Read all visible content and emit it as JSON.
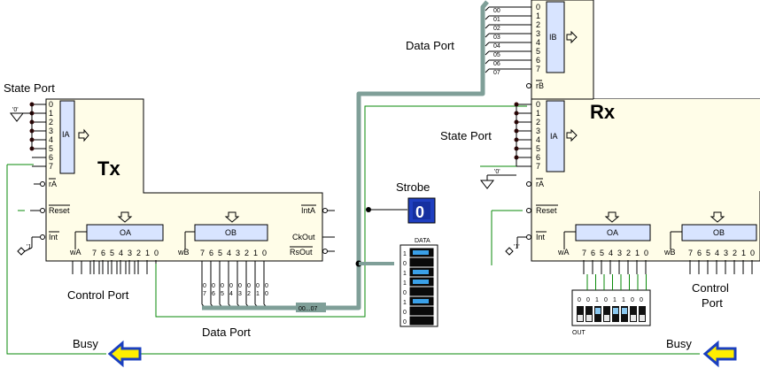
{
  "tx": {
    "title": "Tx",
    "state_port_label": "State Port",
    "control_port_label": "Control Port",
    "data_port_label": "Data Port",
    "busy_label": "Busy",
    "state_pins": [
      "0",
      "1",
      "2",
      "3",
      "4",
      "5",
      "6",
      "7"
    ],
    "ia_label": "IA",
    "ra_label": "rA",
    "reset_label": "Reset",
    "int_label": "Int",
    "inta_label": "IntA",
    "ckout_label": "CkOut",
    "rsout_label": "RsOut",
    "oa_label": "OA",
    "ob_label": "OB",
    "wa_label": "wA",
    "wb_label": "wB",
    "oa_bits": [
      "7",
      "6",
      "5",
      "4",
      "3",
      "2",
      "1",
      "0"
    ],
    "ob_bits": [
      "7",
      "6",
      "5",
      "4",
      "3",
      "2",
      "1",
      "0"
    ],
    "bus_taps": [
      "07",
      "06",
      "05",
      "04",
      "03",
      "02",
      "01",
      "00"
    ],
    "const0": "'0'",
    "const1": "'1'"
  },
  "rx": {
    "title": "Rx",
    "state_port_label": "State Port",
    "data_port_label": "Data Port",
    "control_port_label": "Control Port",
    "busy_label": "Busy",
    "ib_pins": [
      "0",
      "1",
      "2",
      "3",
      "4",
      "5",
      "6",
      "7"
    ],
    "ib_label": "IB",
    "rb_label": "rB",
    "data_taps": [
      "00",
      "01",
      "02",
      "03",
      "04",
      "05",
      "06",
      "07"
    ],
    "state_pins": [
      "0",
      "1",
      "2",
      "3",
      "4",
      "5",
      "6",
      "7"
    ],
    "ia_label": "IA",
    "ra_label": "rA",
    "reset_label": "Reset",
    "int_label": "Int",
    "oa_label": "OA",
    "ob_label": "OB",
    "wa_label": "wA",
    "wb_label": "wB",
    "oa_bits": [
      "7",
      "6",
      "5",
      "4",
      "3",
      "2",
      "1",
      "0"
    ],
    "ob_bits": [
      "7",
      "6",
      "5",
      "4",
      "3",
      "2",
      "1",
      "0"
    ],
    "const0": "'0'",
    "const1": "'1'"
  },
  "strobe": {
    "label": "Strobe",
    "value": "0"
  },
  "data_switch": {
    "label": "DATA",
    "bits": [
      "1",
      "0",
      "1",
      "1",
      "0",
      "1",
      "0",
      "0"
    ]
  },
  "out_display": {
    "label": "OUT",
    "bits": [
      "0",
      "0",
      "1",
      "0",
      "1",
      "1",
      "0",
      "0"
    ]
  },
  "bus_label": "00...07",
  "colors": {
    "chip": "#fffde8",
    "bus": "#7f9f98",
    "wire": "#0a8a0a",
    "arrow_fill": "#ffee00",
    "arrow_stroke": "#1a3fbf"
  }
}
